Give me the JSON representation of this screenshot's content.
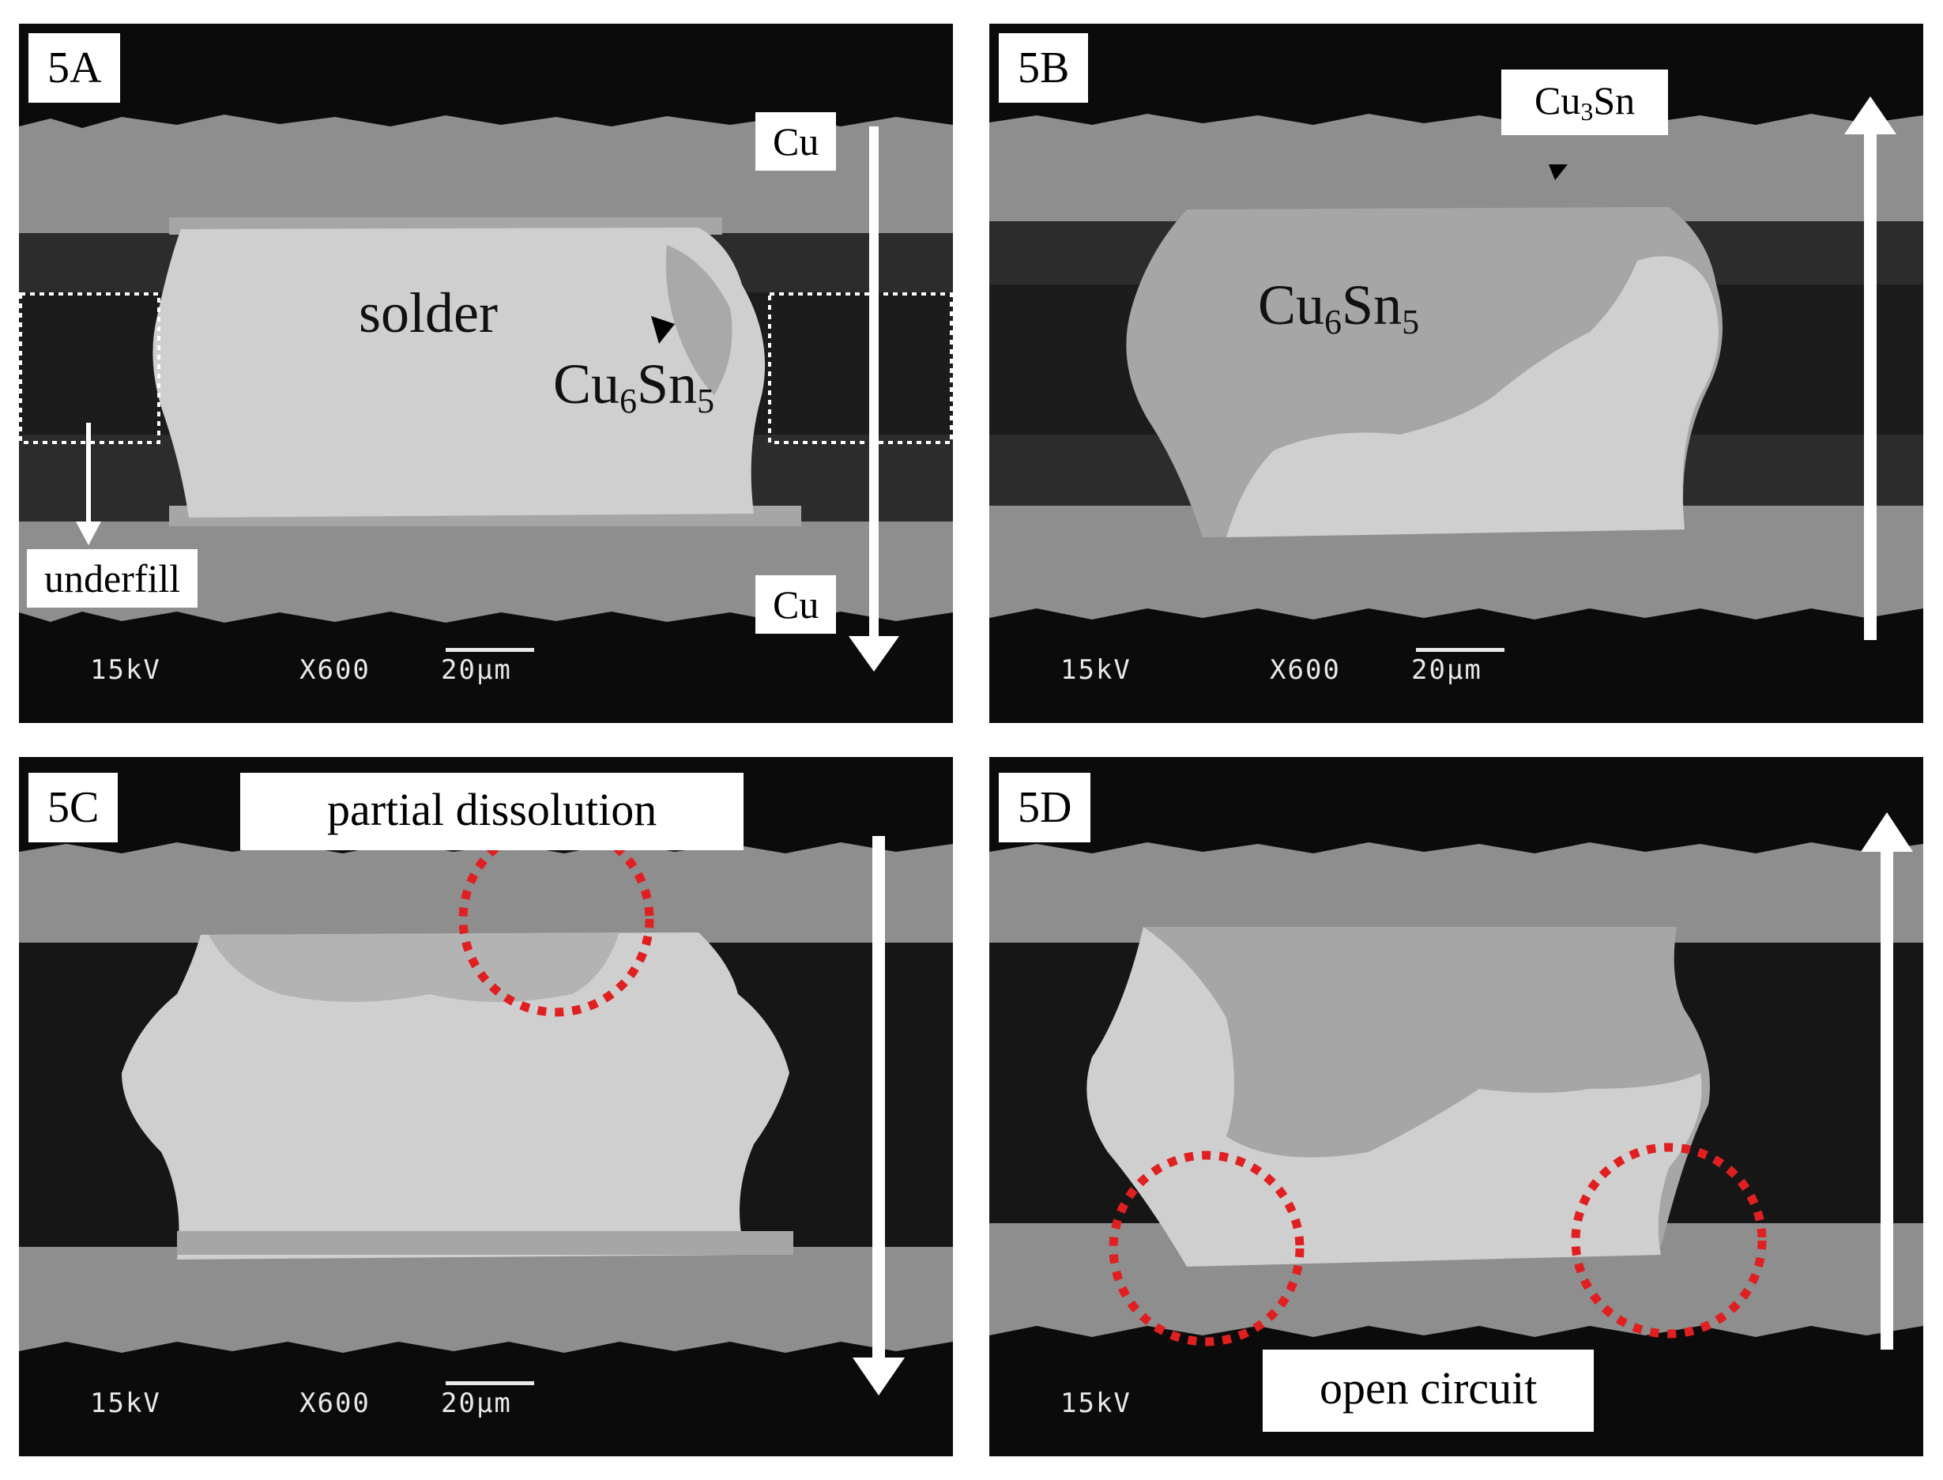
{
  "panels": {
    "a": {
      "label": "5A",
      "cu_top": "Cu",
      "cu_bottom": "Cu",
      "solder": "solder",
      "imc_base": "Cu",
      "imc_sub1": "6",
      "imc_mid": "Sn",
      "imc_sub2": "5",
      "underfill": "underfill",
      "voltage": "15kV",
      "mag": "X600",
      "scale": "20µm"
    },
    "b": {
      "label": "5B",
      "cu3sn_base": "Cu",
      "cu3sn_sub": "3",
      "cu3sn_end": "Sn",
      "imc_base": "Cu",
      "imc_sub1": "6",
      "imc_mid": "Sn",
      "imc_sub2": "5",
      "voltage": "15kV",
      "mag": "X600",
      "scale": "20µm"
    },
    "c": {
      "label": "5C",
      "callout": "partial dissolution",
      "voltage": "15kV",
      "mag": "X600",
      "scale": "20µm"
    },
    "d": {
      "label": "5D",
      "callout": "open circuit",
      "voltage": "15kV"
    }
  },
  "colors": {
    "panel_background": "#0b0b0b",
    "copper_layer": "#8e8e8e",
    "imc_layer": "#a6a6a6",
    "solder": "#cfcfcf",
    "underfill": "#2e2e2e",
    "highlight_circle": "#e02020",
    "arrow": "#ffffff"
  }
}
